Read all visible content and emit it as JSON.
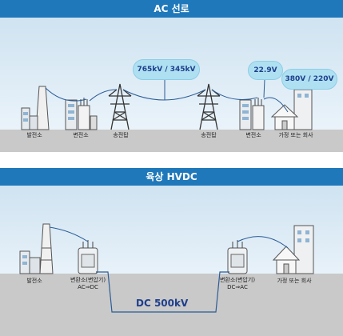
{
  "ac": {
    "title": "AC 선로",
    "voltage_transmission": "765kV / 345kV",
    "voltage_distribution": "22.9V",
    "voltage_home": "380V / 220V",
    "labels": {
      "power_plant": "발전소",
      "substation_1": "변전소",
      "tower_1": "송전탑",
      "tower_2": "송전탑",
      "substation_2": "변전소",
      "home_company": "가정 또는 회사"
    }
  },
  "hvdc": {
    "title": "육상 HVDC",
    "cable_voltage": "DC 500kV",
    "labels": {
      "power_plant": "발전소",
      "converter_1": "변환소(변압기)",
      "converter_1_sub": "AC⇒DC",
      "converter_2": "변환소(변압기)",
      "converter_2_sub": "DC⇒AC",
      "home_company": "가정 또는 회사"
    }
  }
}
